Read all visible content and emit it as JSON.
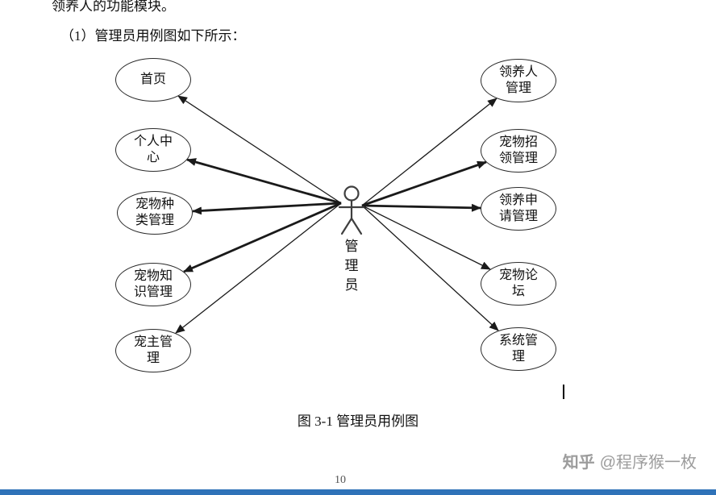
{
  "document": {
    "top_paragraph": "领养人的功能模块。",
    "intro": "（1）管理员用例图如下所示：",
    "caption": "图 3-1 管理员用例图",
    "page_number": "10"
  },
  "watermark": {
    "brand": "知乎",
    "handle": "@程序猴一枚"
  },
  "diagram": {
    "actor": {
      "label": "管理员"
    },
    "left_use_cases": [
      {
        "label": "首页"
      },
      {
        "label": "个人中心"
      },
      {
        "label": "宠物种类管理"
      },
      {
        "label": "宠物知识管理"
      },
      {
        "label": "宠主管理"
      }
    ],
    "right_use_cases": [
      {
        "label": "领养人管理"
      },
      {
        "label": "宠物招领管理"
      },
      {
        "label": "领养申请管理"
      },
      {
        "label": "宠物论坛"
      },
      {
        "label": "系统管理"
      }
    ],
    "edges": [
      {
        "from": "管理员",
        "to": "首页"
      },
      {
        "from": "管理员",
        "to": "个人中心"
      },
      {
        "from": "管理员",
        "to": "宠物种类管理"
      },
      {
        "from": "管理员",
        "to": "宠物知识管理"
      },
      {
        "from": "管理员",
        "to": "宠主管理"
      },
      {
        "from": "管理员",
        "to": "领养人管理"
      },
      {
        "from": "管理员",
        "to": "宠物招领管理"
      },
      {
        "from": "管理员",
        "to": "领养申请管理"
      },
      {
        "from": "管理员",
        "to": "宠物论坛"
      },
      {
        "from": "管理员",
        "to": "系统管理"
      }
    ]
  },
  "colors": {
    "bottom_bar": "#2f72b8",
    "watermark_gray": "#9c9c9c",
    "line": "#1a1a1a"
  }
}
